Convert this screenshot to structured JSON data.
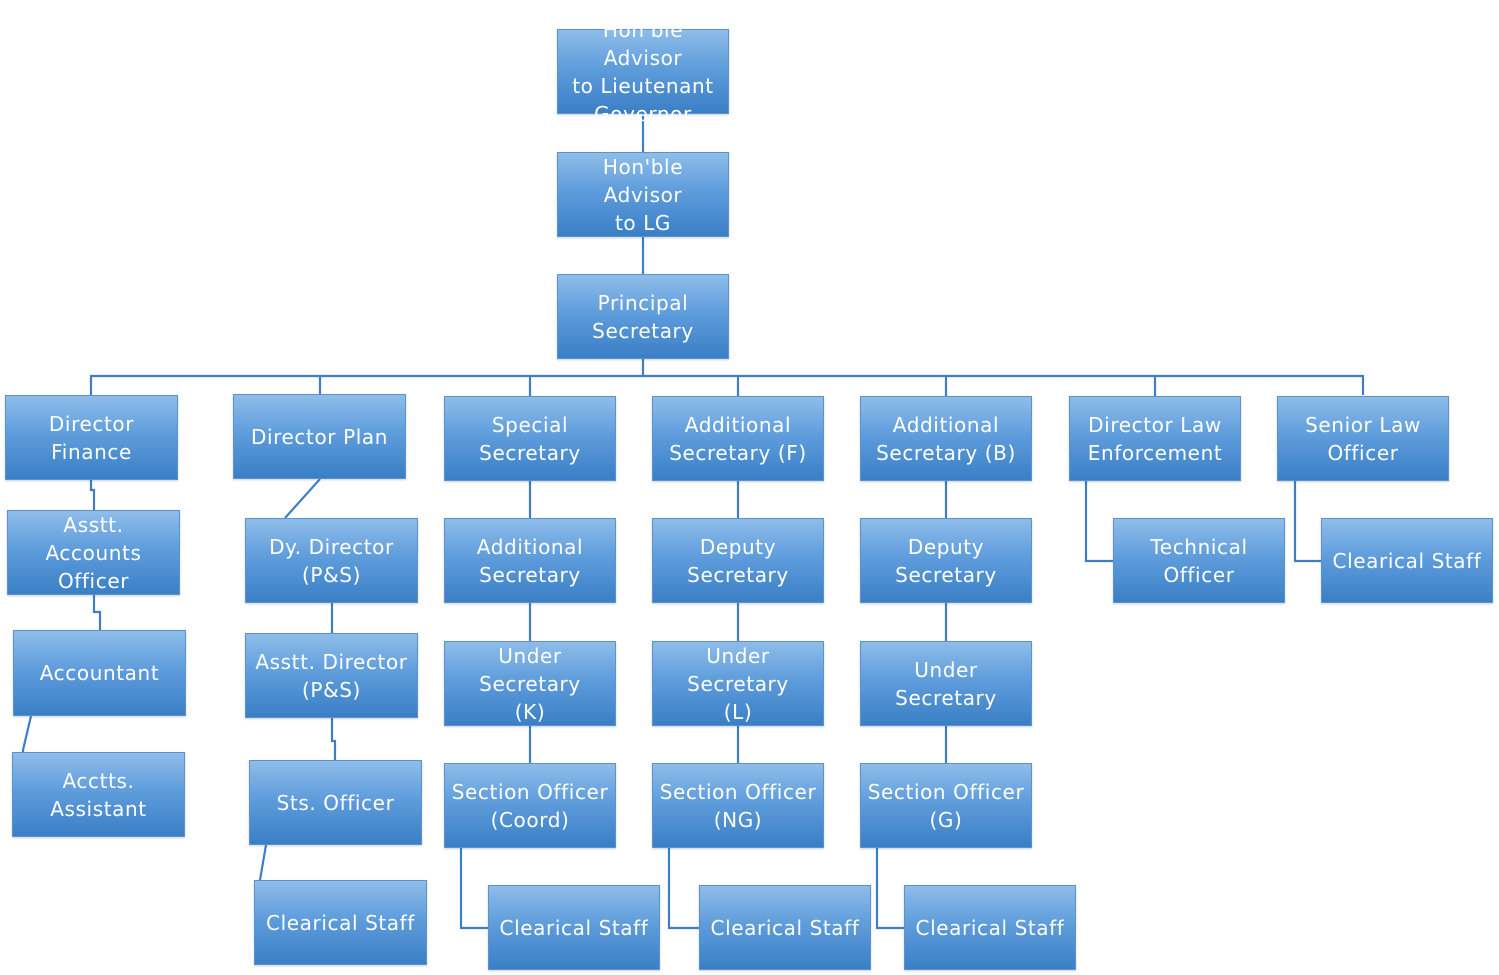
{
  "org_chart": {
    "advisor_to_lieutenant_governor": "Hon'ble Advisor\nto Lieutenant\nGovernor",
    "advisor_to_lg": "Hon'ble Advisor\nto LG",
    "principal_secretary": "Principal\nSecretary",
    "finance": {
      "director": "Director Finance",
      "asstt_accounts_officer": "Asstt. Accounts\nOfficer",
      "accountant": "Accountant",
      "accounts_assistant": "Acctts. Assistant"
    },
    "plan": {
      "director": "Director Plan",
      "dy_director": "Dy. Director\n(P&S)",
      "asstt_director": "Asstt. Director\n(P&S)",
      "sts_officer": "Sts. Officer",
      "clerical_staff": "Clearical Staff"
    },
    "special_secretary": {
      "head": "Special\nSecretary",
      "additional_secretary": "Additional\nSecretary",
      "under_secretary": "Under Secretary\n(K)",
      "section_officer": "Section Officer\n(Coord)",
      "clerical_staff": "Clearical Staff"
    },
    "additional_secretary_f": {
      "head": "Additional\nSecretary (F)",
      "deputy_secretary": "Deputy\nSecretary",
      "under_secretary": "Under Secretary\n(L)",
      "section_officer": "Section Officer\n(NG)",
      "clerical_staff": "Clearical Staff"
    },
    "additional_secretary_b": {
      "head": "Additional\nSecretary (B)",
      "deputy_secretary": "Deputy\nSecretary",
      "under_secretary": "Under Secretary",
      "section_officer": "Section Officer\n(G)",
      "clerical_staff": "Clearical Staff"
    },
    "law_enforcement": {
      "director": "Director Law\nEnforcement",
      "technical_officer": "Technical\nOfficer"
    },
    "senior_law_officer": {
      "head": "Senior Law\nOfficer",
      "clerical_staff": "Clearical Staff"
    }
  },
  "colors": {
    "box_top": "#8fbde9",
    "box_bottom": "#3a7fc6",
    "connector": "#3f7fc1",
    "text": "#ffffff"
  }
}
